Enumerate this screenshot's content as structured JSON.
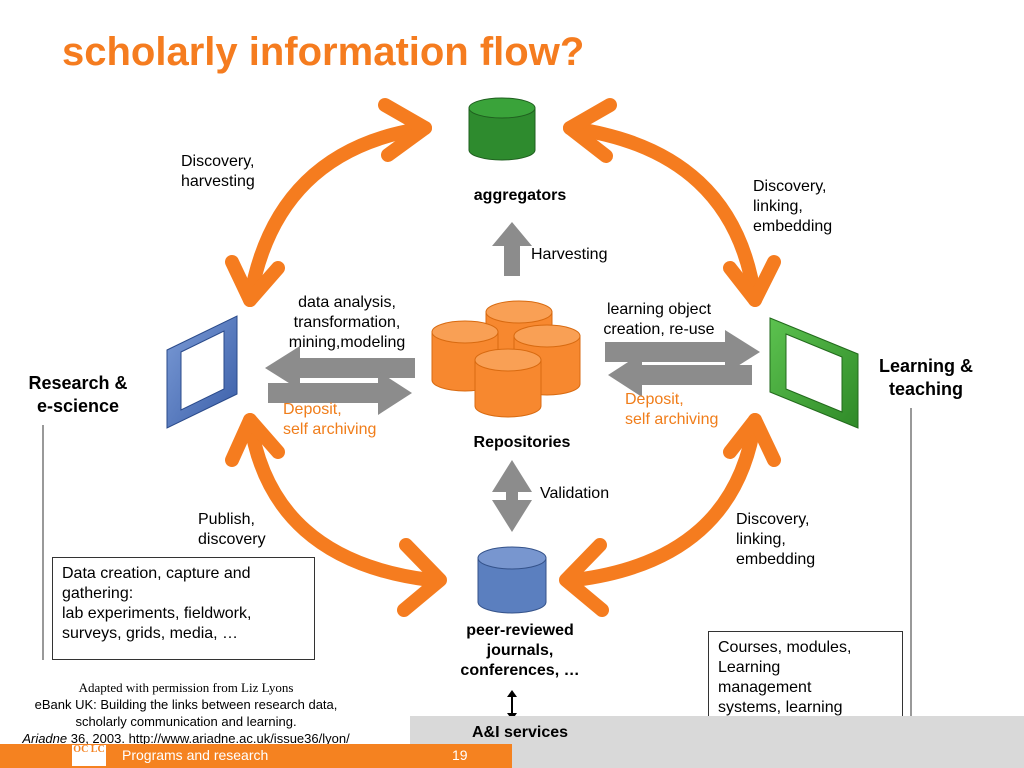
{
  "title": "scholarly information flow?",
  "nodes": {
    "aggregators": "aggregators",
    "repositories": "Repositories",
    "journals": "peer-reviewed\njournals,\nconferences, …",
    "ai_services": "A&I services",
    "research": "Research &\ne-science",
    "learning": "Learning &\nteaching"
  },
  "flow_labels": {
    "discovery_harvesting": "Discovery,\nharvesting",
    "discovery_linking_top": "Discovery,\nlinking,\nembedding",
    "harvesting": "Harvesting",
    "data_analysis": "data analysis,\ntransformation,\nmining,modeling",
    "learning_object": "learning object\ncreation, re-use",
    "deposit_left": "Deposit,\nself archiving",
    "deposit_right": "Deposit,\nself archiving",
    "validation": "Validation",
    "publish_discovery": "Publish,\ndiscovery",
    "discovery_linking_bottom": "Discovery,\nlinking,\nembedding"
  },
  "boxes": {
    "research_box": "Data creation, capture and\ngathering:\nlab experiments, fieldwork,\nsurveys, grids, media, …",
    "learning_box": "Courses, modules,\nLearning\nmanagement\nsystems, learning\nportals, …"
  },
  "credit": {
    "line1": "Adapted with permission from Liz Lyons",
    "line2": "eBank UK: Building the links between research data,",
    "line3": "scholarly communication and learning.",
    "line4_italic": "Ariadne",
    "line4_rest": " 36, 2003. http://www.ariadne.ac.uk/issue36/lyon/"
  },
  "footer": {
    "logo_text": "OC LC",
    "program": "Programs and research",
    "page": "19"
  },
  "colors": {
    "title": "#f57c1f",
    "arrow_orange": "#f57c1f",
    "arrow_gray": "#8c8c8c",
    "aggregator_green": "#2e8b2e",
    "journal_blue": "#5b7fbf",
    "repository_orange": "#f7882f",
    "research_frame_blue": "#4a6fb5",
    "learning_frame_green": "#45a83a"
  }
}
